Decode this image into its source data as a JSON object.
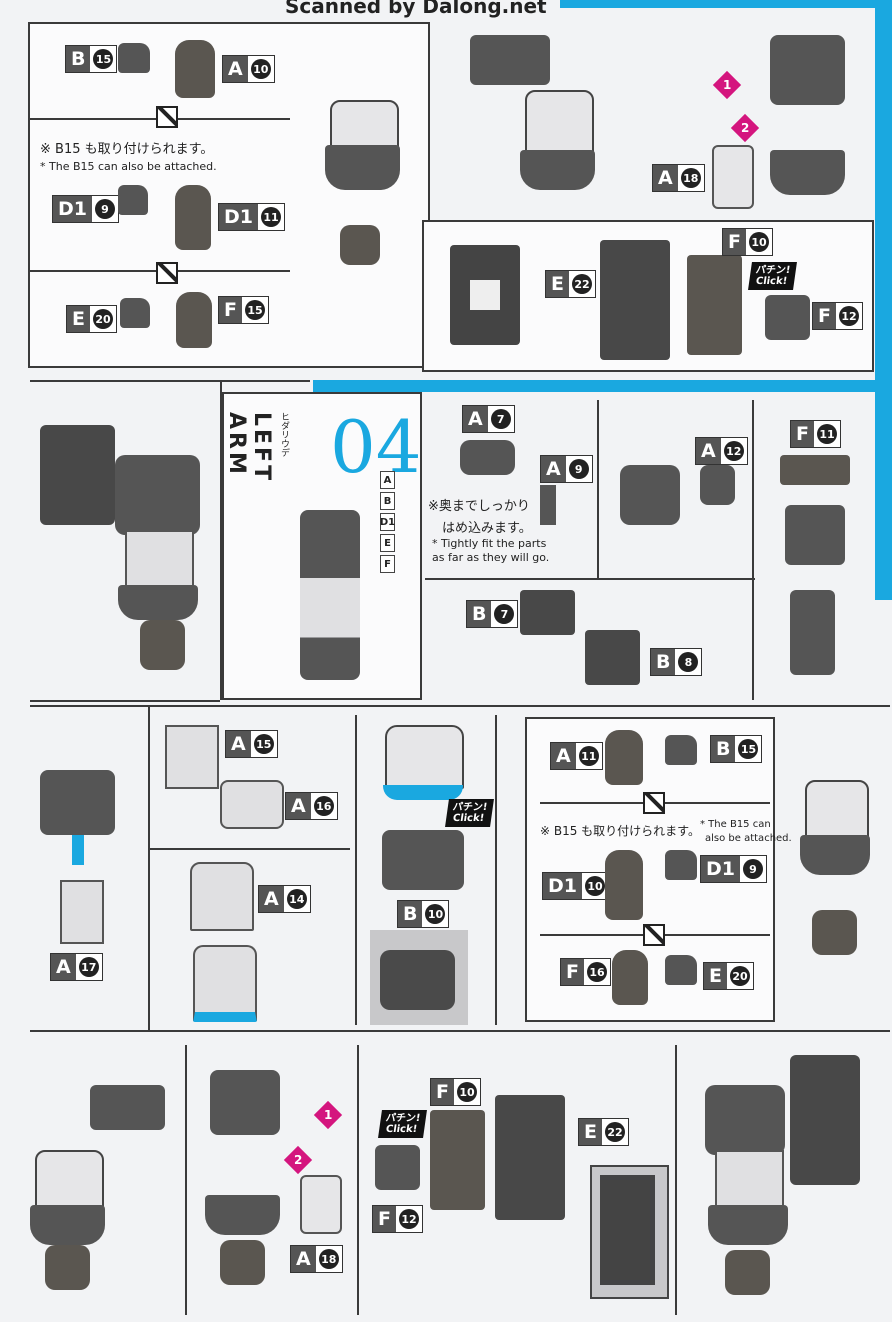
{
  "header": {
    "scan_credit": "Scanned by Dalong.net"
  },
  "section": {
    "step_number": "04",
    "title_en": "LEFT ARM",
    "title_jp_ruby": "ヒダリウデ",
    "runners": [
      "A",
      "B",
      "D1",
      "E",
      "F"
    ]
  },
  "labels": {
    "b15": {
      "letter": "B",
      "num": "15"
    },
    "a10": {
      "letter": "A",
      "num": "10"
    },
    "d19": {
      "letter": "D1",
      "num": "9"
    },
    "d111": {
      "letter": "D1",
      "num": "11"
    },
    "e20": {
      "letter": "E",
      "num": "20"
    },
    "f15": {
      "letter": "F",
      "num": "15"
    },
    "a18": {
      "letter": "A",
      "num": "18"
    },
    "e22": {
      "letter": "E",
      "num": "22"
    },
    "f10": {
      "letter": "F",
      "num": "10"
    },
    "f12": {
      "letter": "F",
      "num": "12"
    },
    "a7": {
      "letter": "A",
      "num": "7"
    },
    "a9": {
      "letter": "A",
      "num": "9"
    },
    "a12": {
      "letter": "A",
      "num": "12"
    },
    "f11": {
      "letter": "F",
      "num": "11"
    },
    "b7": {
      "letter": "B",
      "num": "7"
    },
    "b8": {
      "letter": "B",
      "num": "8"
    },
    "a15": {
      "letter": "A",
      "num": "15"
    },
    "a16": {
      "letter": "A",
      "num": "16"
    },
    "a14": {
      "letter": "A",
      "num": "14"
    },
    "a17": {
      "letter": "A",
      "num": "17"
    },
    "b10": {
      "letter": "B",
      "num": "10"
    },
    "a11": {
      "letter": "A",
      "num": "11"
    },
    "d110": {
      "letter": "D1",
      "num": "10"
    },
    "f16": {
      "letter": "F",
      "num": "16"
    }
  },
  "notes": {
    "alt_jp": "※ B15 も取り付けられます。",
    "alt_en_1": "* The B15 can also be attached.",
    "alt_en_2a": "* The B15 can",
    "alt_en_2b": "also be attached.",
    "tight_jp_1": "※奥までしっかり",
    "tight_jp_2": "はめ込みます。",
    "tight_en_1": "* Tightly fit the parts",
    "tight_en_2": "as far as they will go.",
    "click_jp": "パチン!",
    "click_en": "Click!",
    "seq_1": "1",
    "seq_2": "2"
  },
  "colors": {
    "accent": "#1aa8e0",
    "part_gray": "#545454",
    "part_white": "#e8e8ea",
    "seq_magenta": "#d4157e"
  }
}
